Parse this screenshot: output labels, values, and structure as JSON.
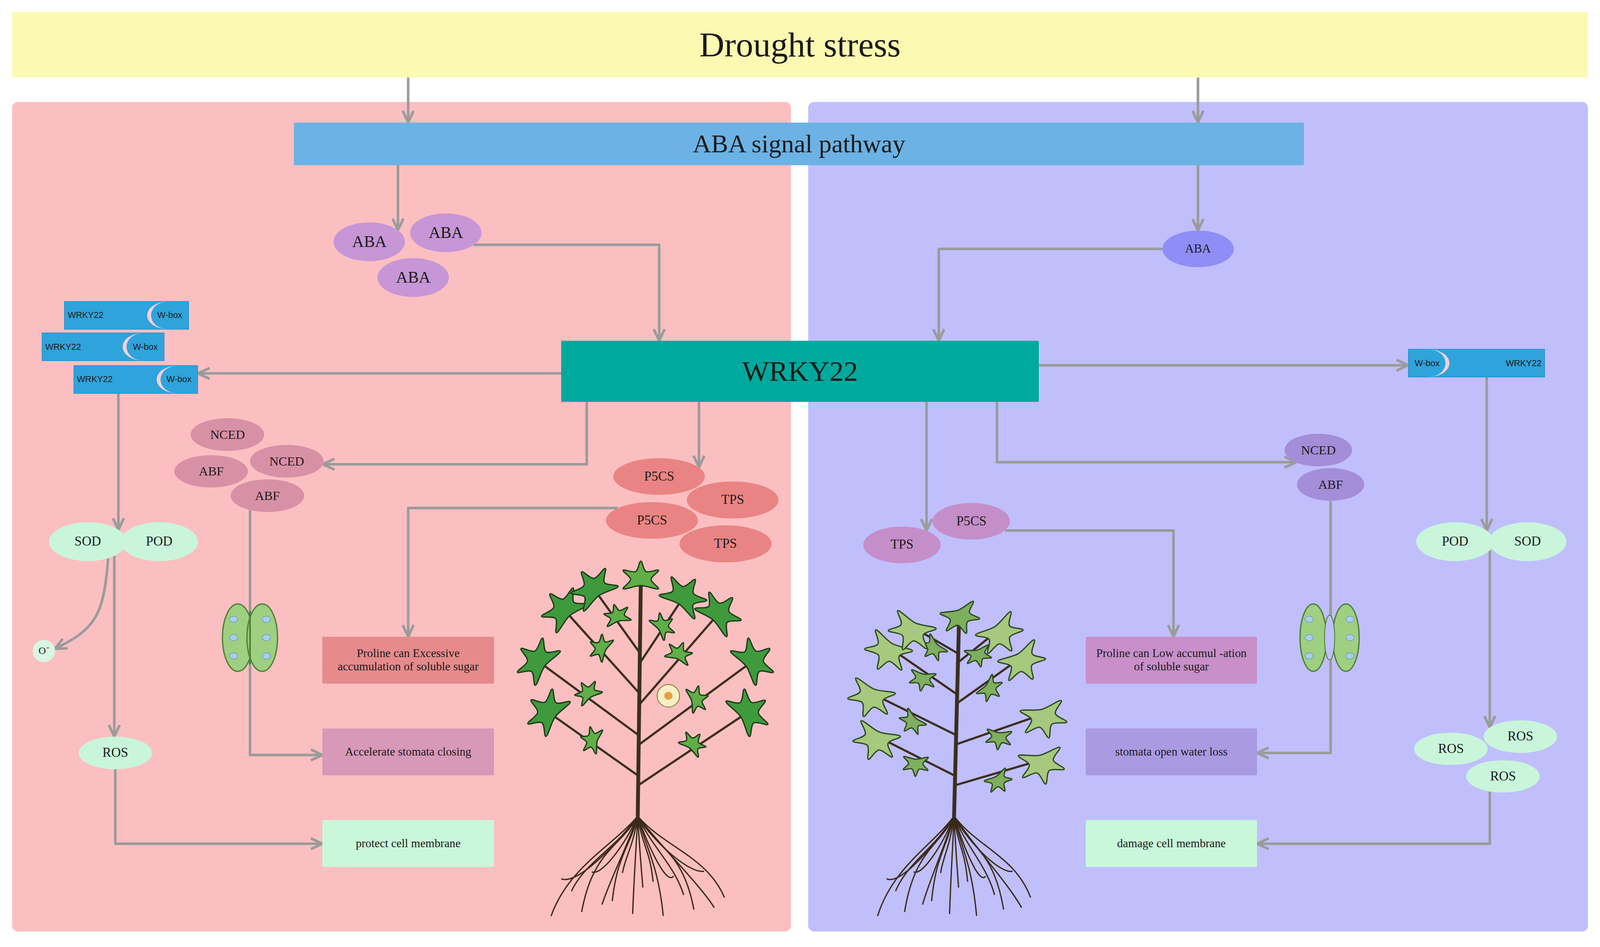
{
  "diagram": {
    "nodes": [
      {
        "text": [
          "Drought stress"
        ]
      },
      {
        "text": [
          "ABA signal pathway"
        ]
      },
      {
        "text": [
          "ABA"
        ]
      },
      {
        "text": [
          "ABA"
        ]
      },
      {
        "text": [
          "ABA"
        ]
      },
      {
        "text": [
          "ABA"
        ]
      },
      {
        "text": [
          "WRKY22"
        ]
      },
      {
        "text": [
          "WRKY22",
          "W-box"
        ]
      },
      {
        "text": [
          "WRKY22",
          "W-box"
        ]
      },
      {
        "text": [
          "WRKY22",
          "W-box"
        ]
      },
      {
        "text": [
          "W-box",
          "WRKY22"
        ]
      },
      {
        "text": [
          "NCED"
        ]
      },
      {
        "text": [
          "NCED"
        ]
      },
      {
        "text": [
          "ABF"
        ]
      },
      {
        "text": [
          "ABF"
        ]
      },
      {
        "text": [
          "P5CS"
        ]
      },
      {
        "text": [
          "TPS"
        ]
      },
      {
        "text": [
          "P5CS"
        ]
      },
      {
        "text": [
          "TPS"
        ]
      },
      {
        "text": [
          "SOD"
        ]
      },
      {
        "text": [
          "POD"
        ]
      },
      {
        "text": [
          "O⁻"
        ]
      },
      {
        "text": [
          "ROS"
        ]
      },
      {
        "text": [
          "Proline can Excessive accumulation of soluble sugar"
        ]
      },
      {
        "text": [
          "Accelerate stomata closing"
        ]
      },
      {
        "text": [
          "protect cell membrane"
        ]
      },
      {
        "text": [
          "TPS"
        ]
      },
      {
        "text": [
          "P5CS"
        ]
      },
      {
        "text": [
          "NCED"
        ]
      },
      {
        "text": [
          "ABF"
        ]
      },
      {
        "text": [
          "POD"
        ]
      },
      {
        "text": [
          "SOD"
        ]
      },
      {
        "text": [
          "Proline can Low accumul -ation of soluble sugar"
        ]
      },
      {
        "text": [
          "stomata open water loss"
        ]
      },
      {
        "text": [
          "damage cell membrane"
        ]
      },
      {
        "text": [
          "ROS"
        ]
      },
      {
        "text": [
          "ROS"
        ]
      },
      {
        "text": [
          "ROS"
        ]
      }
    ],
    "edges": [
      {
        "from": 0,
        "to": 1,
        "arrow": "to"
      },
      {
        "from": 0,
        "to": 1,
        "arrow": "to"
      },
      {
        "from": 1,
        "to": 2,
        "arrow": "to"
      },
      {
        "from": 1,
        "to": 5,
        "arrow": "to"
      },
      {
        "from": 3,
        "to": 6,
        "arrow": "to"
      },
      {
        "from": 5,
        "to": 6,
        "arrow": "to"
      },
      {
        "from": 6,
        "to": 9,
        "arrow": "to"
      },
      {
        "from": 6,
        "to": 10,
        "arrow": "to"
      },
      {
        "from": 6,
        "to": 12,
        "arrow": "to"
      },
      {
        "from": 6,
        "to": 15,
        "arrow": "to"
      },
      {
        "from": 6,
        "to": 26,
        "arrow": "to"
      },
      {
        "from": 6,
        "to": 28,
        "arrow": "to"
      },
      {
        "from": 9,
        "to": 19,
        "arrow": "to"
      },
      {
        "from": 19,
        "to": 22,
        "arrow": "to"
      },
      {
        "from": 19,
        "to": 21,
        "arrow": "to"
      },
      {
        "from": 22,
        "to": 25,
        "arrow": "to"
      },
      {
        "from": 14,
        "to": 24,
        "arrow": "to"
      },
      {
        "from": 17,
        "to": 23,
        "arrow": "to"
      },
      {
        "from": 27,
        "to": 32,
        "arrow": "to"
      },
      {
        "from": 29,
        "to": 33,
        "arrow": "to"
      },
      {
        "from": 10,
        "to": 30,
        "arrow": "to"
      },
      {
        "from": 30,
        "to": 35,
        "arrow": "to"
      },
      {
        "from": 37,
        "to": 34,
        "arrow": "to"
      }
    ]
  }
}
